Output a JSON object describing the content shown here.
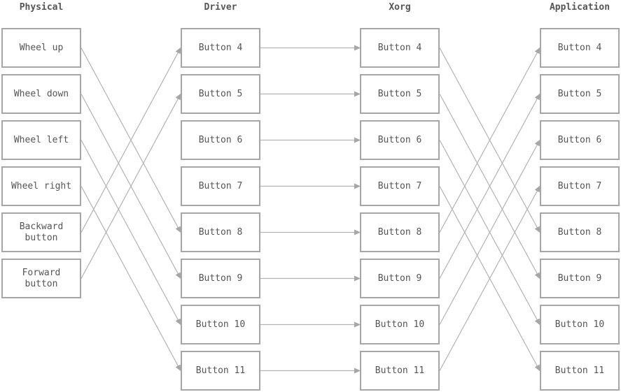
{
  "columns": [
    {
      "title": "Physical",
      "nodes": [
        "Wheel up",
        "Wheel down",
        "Wheel left",
        "Wheel right",
        "Backward\nbutton",
        "Forward\nbutton"
      ]
    },
    {
      "title": "Driver",
      "nodes": [
        "Button 4",
        "Button 5",
        "Button 6",
        "Button 7",
        "Button 8",
        "Button 9",
        "Button 10",
        "Button 11"
      ]
    },
    {
      "title": "Xorg",
      "nodes": [
        "Button 4",
        "Button 5",
        "Button 6",
        "Button 7",
        "Button 8",
        "Button 9",
        "Button 10",
        "Button 11"
      ]
    },
    {
      "title": "Application",
      "nodes": [
        "Button 4",
        "Button 5",
        "Button 6",
        "Button 7",
        "Button 8",
        "Button 9",
        "Button 10",
        "Button 11"
      ]
    }
  ],
  "connections": [
    {
      "from": [
        0,
        0
      ],
      "to": [
        1,
        4
      ]
    },
    {
      "from": [
        0,
        1
      ],
      "to": [
        1,
        5
      ]
    },
    {
      "from": [
        0,
        2
      ],
      "to": [
        1,
        6
      ]
    },
    {
      "from": [
        0,
        3
      ],
      "to": [
        1,
        7
      ]
    },
    {
      "from": [
        0,
        4
      ],
      "to": [
        1,
        0
      ]
    },
    {
      "from": [
        0,
        5
      ],
      "to": [
        1,
        1
      ]
    },
    {
      "from": [
        1,
        0
      ],
      "to": [
        2,
        0
      ]
    },
    {
      "from": [
        1,
        1
      ],
      "to": [
        2,
        1
      ]
    },
    {
      "from": [
        1,
        2
      ],
      "to": [
        2,
        2
      ]
    },
    {
      "from": [
        1,
        3
      ],
      "to": [
        2,
        3
      ]
    },
    {
      "from": [
        1,
        4
      ],
      "to": [
        2,
        4
      ]
    },
    {
      "from": [
        1,
        5
      ],
      "to": [
        2,
        5
      ]
    },
    {
      "from": [
        1,
        6
      ],
      "to": [
        2,
        6
      ]
    },
    {
      "from": [
        1,
        7
      ],
      "to": [
        2,
        7
      ]
    },
    {
      "from": [
        2,
        0
      ],
      "to": [
        3,
        4
      ]
    },
    {
      "from": [
        2,
        1
      ],
      "to": [
        3,
        5
      ]
    },
    {
      "from": [
        2,
        2
      ],
      "to": [
        3,
        6
      ]
    },
    {
      "from": [
        2,
        3
      ],
      "to": [
        3,
        7
      ]
    },
    {
      "from": [
        2,
        4
      ],
      "to": [
        3,
        0
      ]
    },
    {
      "from": [
        2,
        5
      ],
      "to": [
        3,
        1
      ]
    },
    {
      "from": [
        2,
        6
      ],
      "to": [
        3,
        2
      ]
    },
    {
      "from": [
        2,
        7
      ],
      "to": [
        3,
        3
      ]
    }
  ],
  "colors": {
    "border": "#a6a6a6",
    "line": "#b3b3b3",
    "text": "#555555"
  }
}
